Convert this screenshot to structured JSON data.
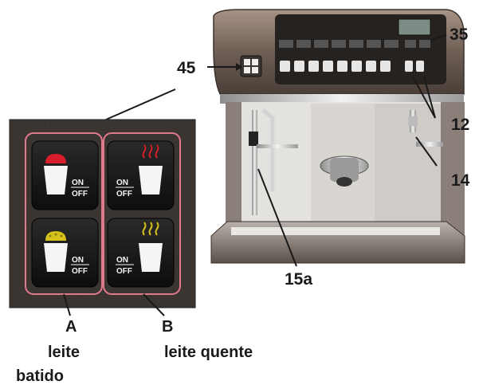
{
  "callouts": {
    "c45": "45",
    "c35": "35",
    "c12": "12",
    "c14": "14",
    "c15a": "15a"
  },
  "panel": {
    "group_a": {
      "letter": "A",
      "caption_line1": "leite",
      "caption_line2": "batido"
    },
    "group_b": {
      "letter": "B",
      "caption": "leite quente"
    },
    "buttons": [
      {
        "on": "ON",
        "off": "OFF",
        "icon": "frothed-milk-red-icon"
      },
      {
        "on": "ON",
        "off": "OFF",
        "icon": "hot-milk-red-icon"
      },
      {
        "on": "ON",
        "off": "OFF",
        "icon": "frothed-milk-yellow-icon"
      },
      {
        "on": "ON",
        "off": "OFF",
        "icon": "hot-milk-yellow-icon"
      }
    ]
  },
  "colors": {
    "panel_bg": "#3b3532",
    "button_bg": "#161616",
    "group_outline": "#e07a8a",
    "red_indicator": "#d81e2a",
    "yellow_indicator": "#d6c21a",
    "machine_body": "#7a6a5e",
    "chrome": "#c9c9c9"
  }
}
